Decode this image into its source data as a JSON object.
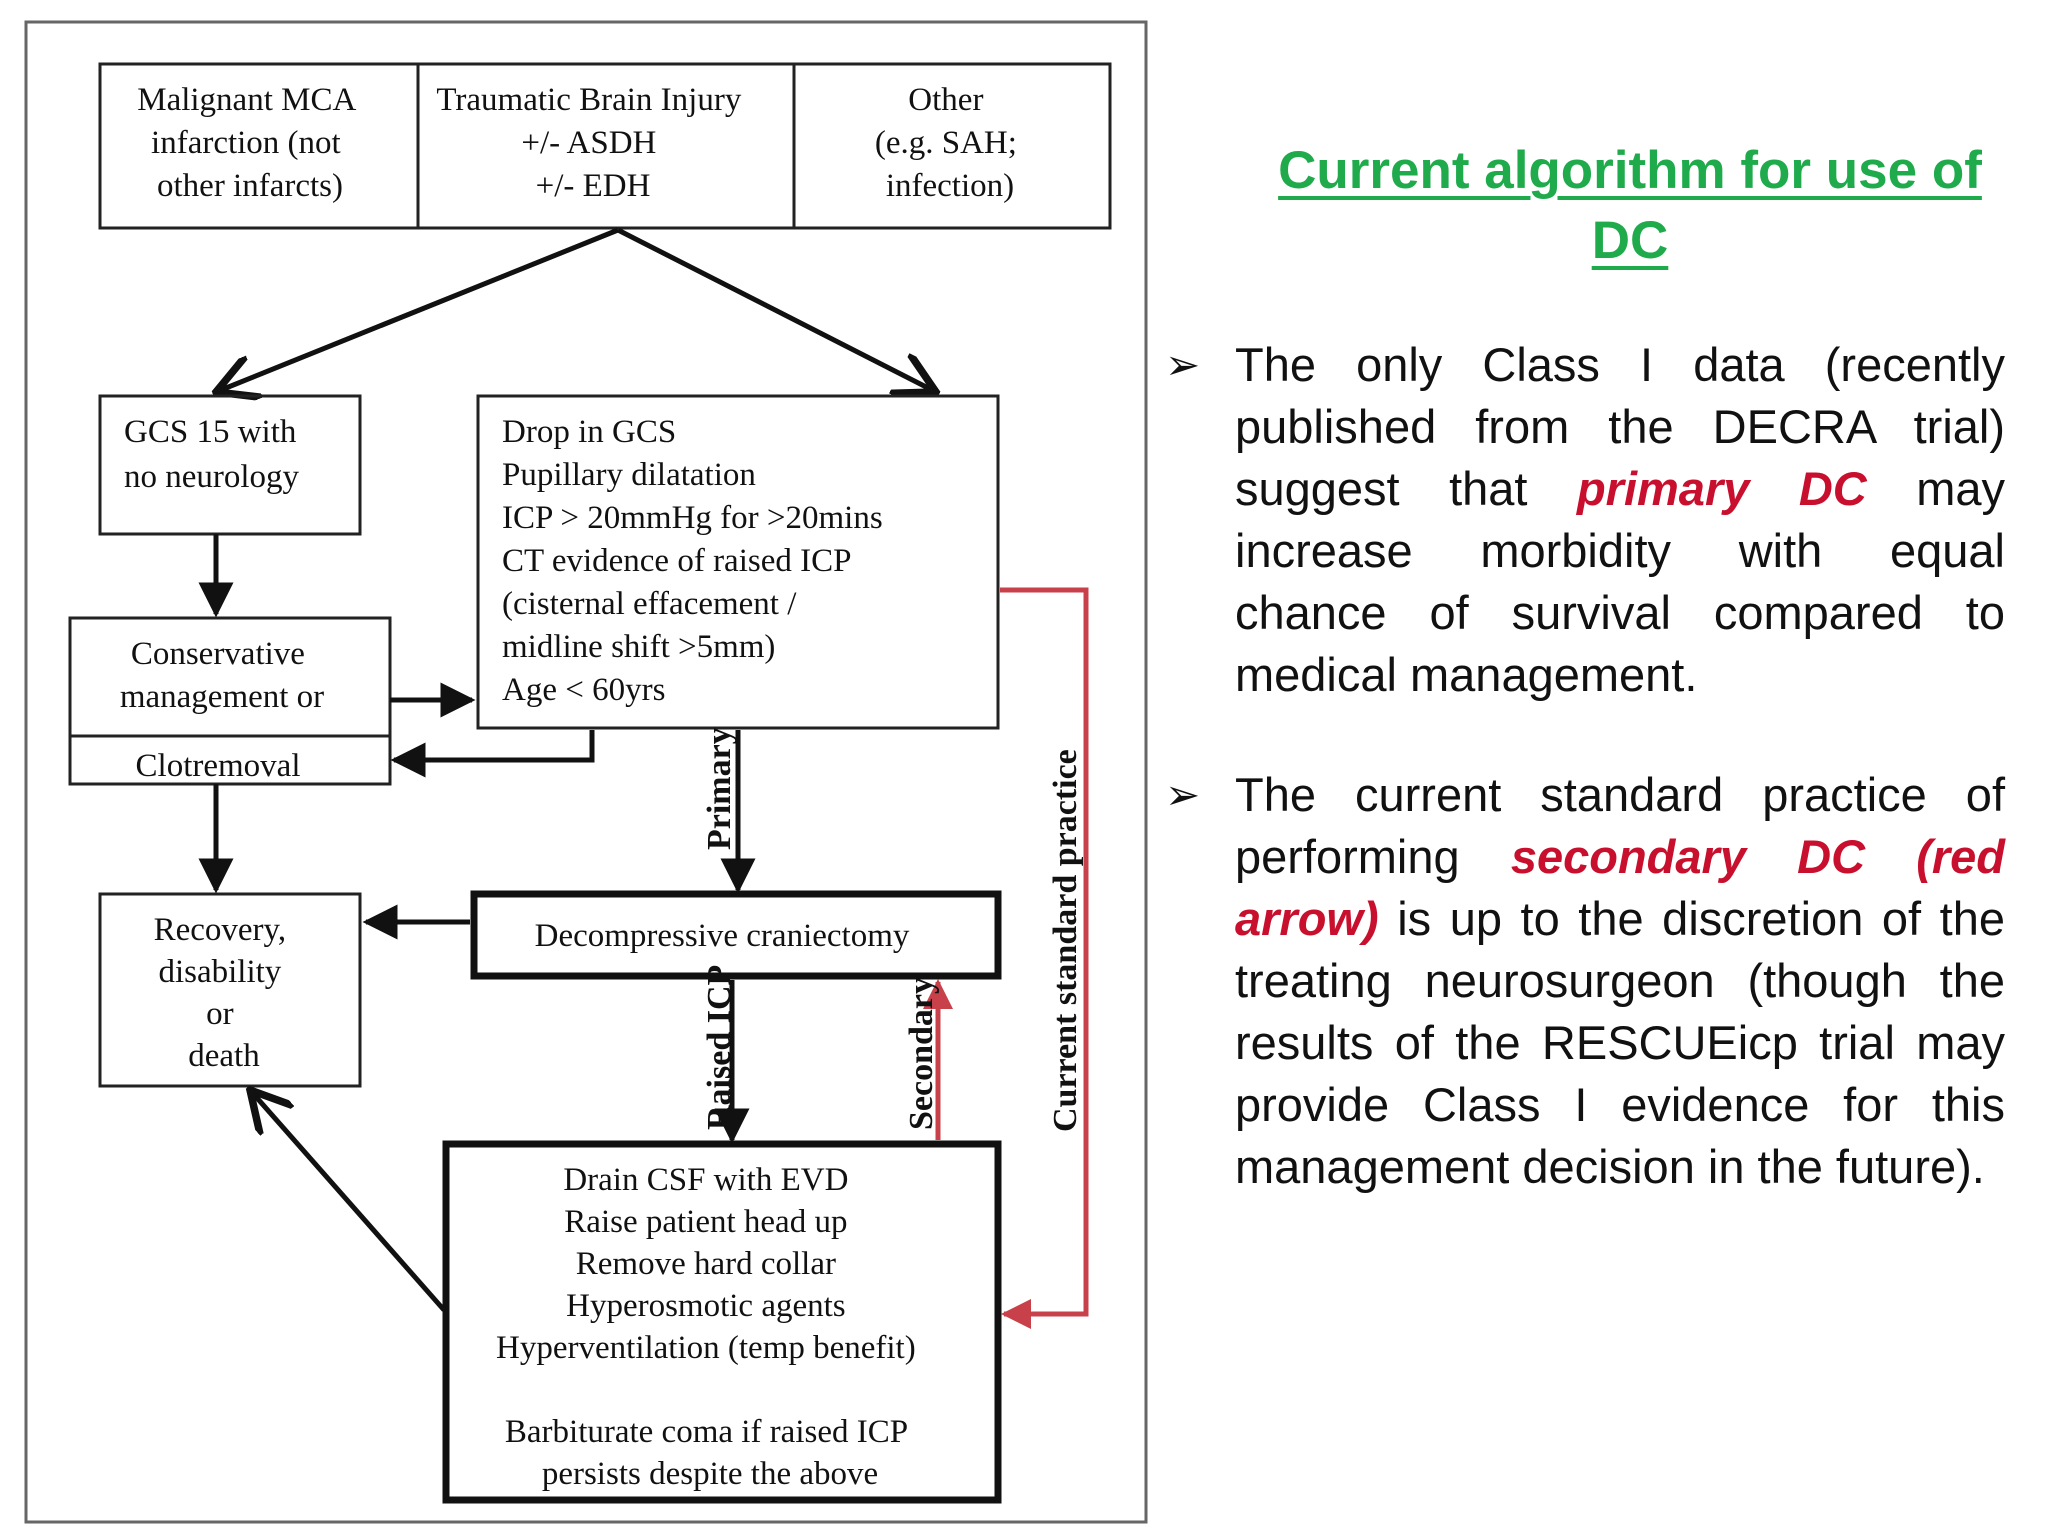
{
  "flowchart": {
    "top": {
      "malignant": [
        "Malignant MCA",
        "infarction (not",
        "other infarcts)"
      ],
      "tbi": [
        "Traumatic Brain Injury",
        "+/- ASDH",
        "+/- EDH"
      ],
      "other": [
        "Other",
        "(e.g. SAH;",
        "infection)"
      ]
    },
    "gcs15": [
      "GCS 15 with",
      "no neurology"
    ],
    "drop": [
      "Drop in GCS",
      "Pupillary dilatation",
      "ICP > 20mmHg for >20mins",
      "CT evidence of raised ICP",
      "(cisternal effacement /",
      "midline shift >5mm)",
      "Age < 60yrs"
    ],
    "conservative": [
      "Conservative",
      "management or"
    ],
    "clot": "Clotremoval",
    "recovery": [
      "Recovery,",
      "disability",
      "or",
      "death"
    ],
    "dc": "Decompressive craniectomy",
    "drain": [
      "Drain CSF with EVD",
      "Raise patient head up",
      "Remove hard collar",
      "Hyperosmotic agents",
      "Hyperventilation (temp benefit)",
      "",
      "Barbiturate coma if raised ICP",
      "persists despite the above"
    ],
    "labels": {
      "primary": "Primary",
      "raised": "Raised ICP",
      "secondary": "Secondary",
      "current": "Current standard practice"
    }
  },
  "title": "Current algorithm for use of DC",
  "bullets": [
    {
      "marker": "➢",
      "segments": [
        {
          "text": "The only Class I data (recently published from the DECRA trial) suggest that ",
          "em": false
        },
        {
          "text": "primary DC",
          "em": true
        },
        {
          "text": " may increase morbidity with equal chance of survival compared to medical management.",
          "em": false
        }
      ]
    },
    {
      "marker": "➢",
      "segments": [
        {
          "text": "The current standard practice of performing ",
          "em": false
        },
        {
          "text": "secondary DC (red arrow)",
          "em": true
        },
        {
          "text": " is up to the discretion of the treating neurosurgeon (though the results of the RESCUEicp trial may provide Class I evidence for this management decision in the future).",
          "em": false
        }
      ]
    }
  ],
  "colors": {
    "title_green": "#1faa4b",
    "emphasis_red": "#c8102e",
    "arrow_red": "#c8404a"
  }
}
